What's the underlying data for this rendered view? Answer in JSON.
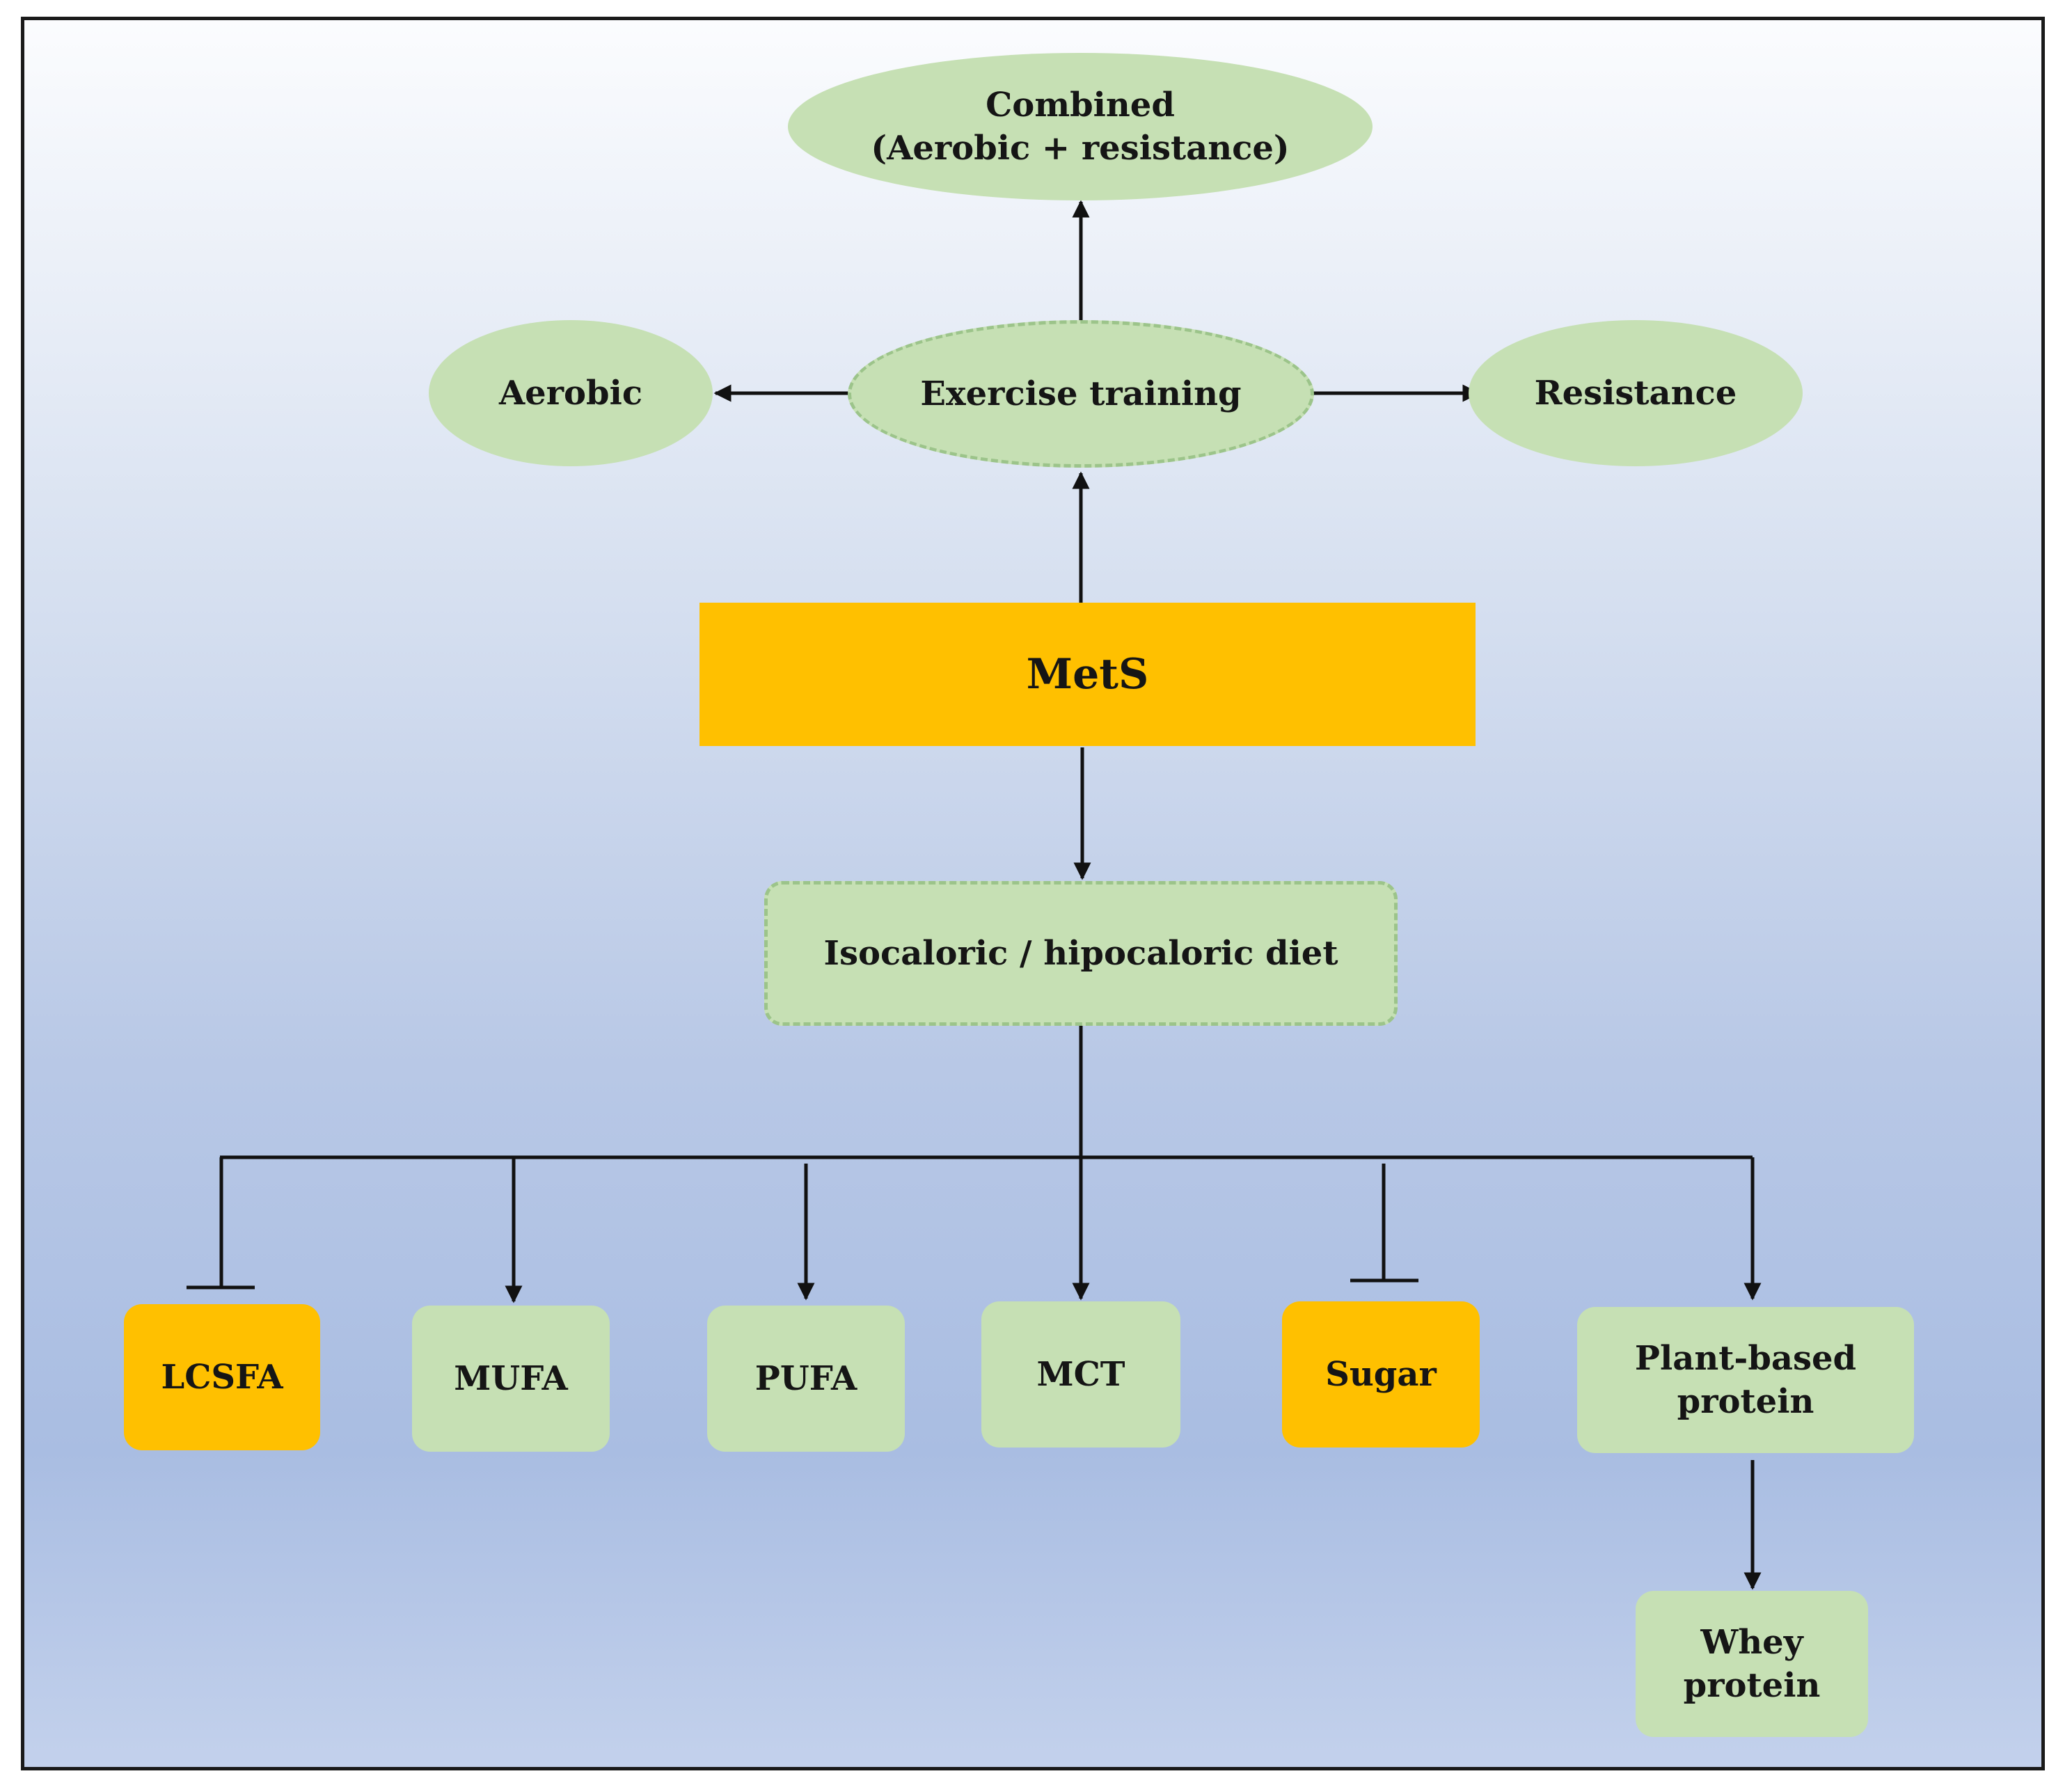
{
  "colors": {
    "green_fill": "#c6e0b4",
    "orange_fill": "#ffc000",
    "dashed_border": "#9cc48a",
    "line": "#111111"
  },
  "nodes": {
    "combined": "Combined\n(Aerobic + resistance)",
    "aerobic": "Aerobic",
    "exercise_training": "Exercise training",
    "resistance": "Resistance",
    "mets": "MetS",
    "diet": "Isocaloric / hipocaloric diet",
    "lcsfa": "LCSFA",
    "mufa": "MUFA",
    "pufa": "PUFA",
    "mct": "MCT",
    "sugar": "Sugar",
    "plant_protein": "Plant-based\nprotein",
    "whey_protein": "Whey\nprotein"
  },
  "relations": [
    {
      "from": "MetS",
      "to": "Exercise training",
      "type": "promote"
    },
    {
      "from": "Exercise training",
      "to": "Combined\n(Aerobic + resistance)",
      "type": "promote"
    },
    {
      "from": "Exercise training",
      "to": "Aerobic",
      "type": "promote"
    },
    {
      "from": "Exercise training",
      "to": "Resistance",
      "type": "promote"
    },
    {
      "from": "MetS",
      "to": "Isocaloric / hipocaloric diet",
      "type": "promote"
    },
    {
      "from": "Isocaloric / hipocaloric diet",
      "to": "LCSFA",
      "type": "inhibit"
    },
    {
      "from": "Isocaloric / hipocaloric diet",
      "to": "MUFA",
      "type": "promote"
    },
    {
      "from": "Isocaloric / hipocaloric diet",
      "to": "PUFA",
      "type": "promote"
    },
    {
      "from": "Isocaloric / hipocaloric diet",
      "to": "MCT",
      "type": "promote"
    },
    {
      "from": "Isocaloric / hipocaloric diet",
      "to": "Sugar",
      "type": "inhibit"
    },
    {
      "from": "Isocaloric / hipocaloric diet",
      "to": "Plant-based\nprotein",
      "type": "promote"
    },
    {
      "from": "Plant-based\nprotein",
      "to": "Whey\nprotein",
      "type": "promote"
    }
  ]
}
